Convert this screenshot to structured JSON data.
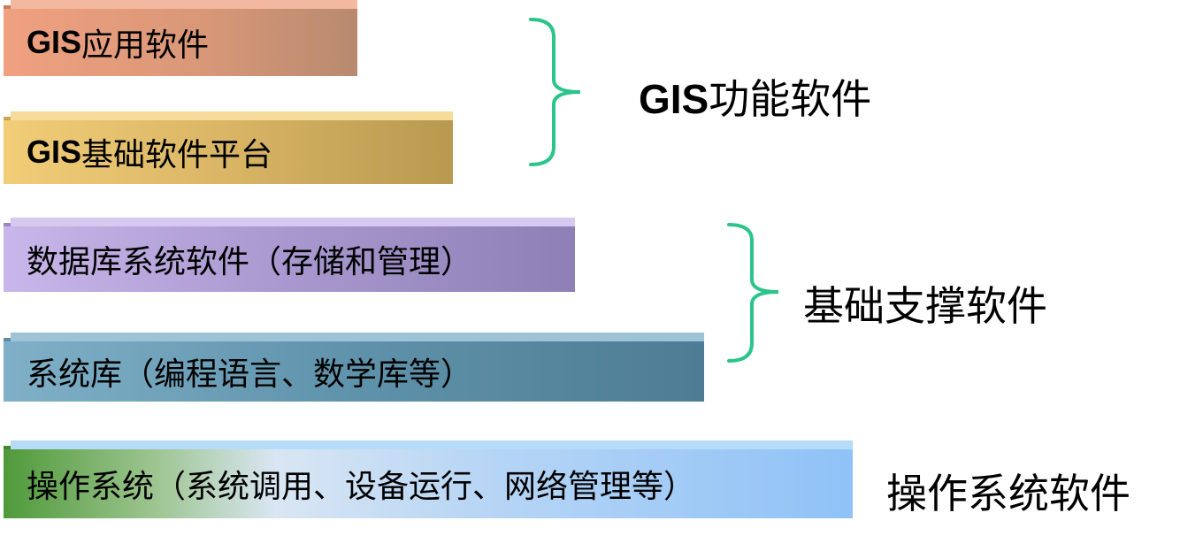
{
  "layers": [
    {
      "gis": "GIS",
      "text": "应用软件"
    },
    {
      "gis": "GIS",
      "text": "基础软件平台"
    },
    {
      "gis": "",
      "text": "数据库系统软件（存储和管理）"
    },
    {
      "gis": "",
      "text": "系统库（编程语言、数学库等）"
    },
    {
      "gis": "",
      "text": "操作系统（系统调用、设备运行、网络管理等）"
    }
  ],
  "groups": {
    "gis_function": {
      "gis": "GIS",
      "text": "功能软件"
    },
    "basic_support": "基础支撑软件",
    "os_software": "操作系统软件"
  },
  "colors": {
    "brace": "#2bc48a"
  }
}
